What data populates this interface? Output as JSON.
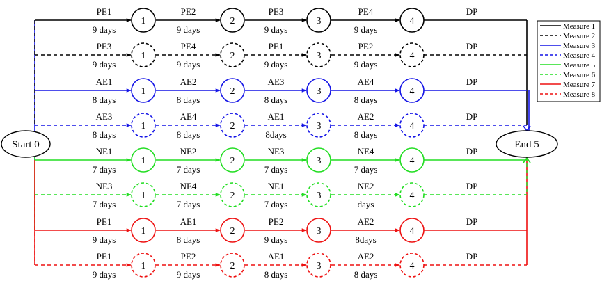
{
  "terminals": {
    "start": "Start 0",
    "end": "End 5"
  },
  "node_labels": [
    "1",
    "2",
    "3",
    "4"
  ],
  "final_label": "DP",
  "rows": [
    {
      "color": "#000000",
      "dashed": false,
      "legend": "Measure 1",
      "top": [
        "PE1",
        "PE2",
        "PE3",
        "PE4"
      ],
      "bottom": [
        "9 days",
        "9 days",
        "9 days",
        "9 days"
      ]
    },
    {
      "color": "#000000",
      "dashed": true,
      "legend": "Measure 2",
      "top": [
        "PE3",
        "PE4",
        "PE1",
        "PE2"
      ],
      "bottom": [
        "9 days",
        "9 days",
        "9 days",
        "9 days"
      ]
    },
    {
      "color": "#1414e6",
      "dashed": false,
      "legend": "Measure 3",
      "top": [
        "AE1",
        "AE2",
        "AE3",
        "AE4"
      ],
      "bottom": [
        "8 days",
        "8 days",
        "8 days",
        "8 days"
      ]
    },
    {
      "color": "#1414e6",
      "dashed": true,
      "legend": "Measure 4",
      "top": [
        "AE3",
        "AE4",
        "AE1",
        "AE2"
      ],
      "bottom": [
        "8 days",
        "8 days",
        "8days",
        "8 days"
      ]
    },
    {
      "color": "#22dd22",
      "dashed": false,
      "legend": "Measure 5",
      "top": [
        "NE1",
        "NE2",
        "NE3",
        "NE4"
      ],
      "bottom": [
        "7 days",
        "7 days",
        "7 days",
        "7 days"
      ]
    },
    {
      "color": "#22dd22",
      "dashed": true,
      "legend": "Measure 6",
      "top": [
        "NE3",
        "NE4",
        "NE1",
        "NE2"
      ],
      "bottom": [
        "7 days",
        "7 days",
        "7 days",
        "days"
      ]
    },
    {
      "color": "#ee1111",
      "dashed": false,
      "legend": "Measure 7",
      "top": [
        "PE1",
        "AE1",
        "PE2",
        "AE2"
      ],
      "bottom": [
        "9 days",
        "8 days",
        "9 days",
        "8days"
      ]
    },
    {
      "color": "#ee1111",
      "dashed": true,
      "legend": "Measure 8",
      "top": [
        "PE1",
        "PE2",
        "AE1",
        "AE2"
      ],
      "bottom": [
        "9 days",
        "9 days",
        "8 days",
        "8 days"
      ]
    }
  ]
}
